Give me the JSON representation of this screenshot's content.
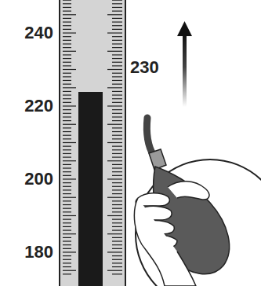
{
  "diagram": {
    "labels": [
      "240",
      "220",
      "200",
      "180",
      "230"
    ]
  }
}
